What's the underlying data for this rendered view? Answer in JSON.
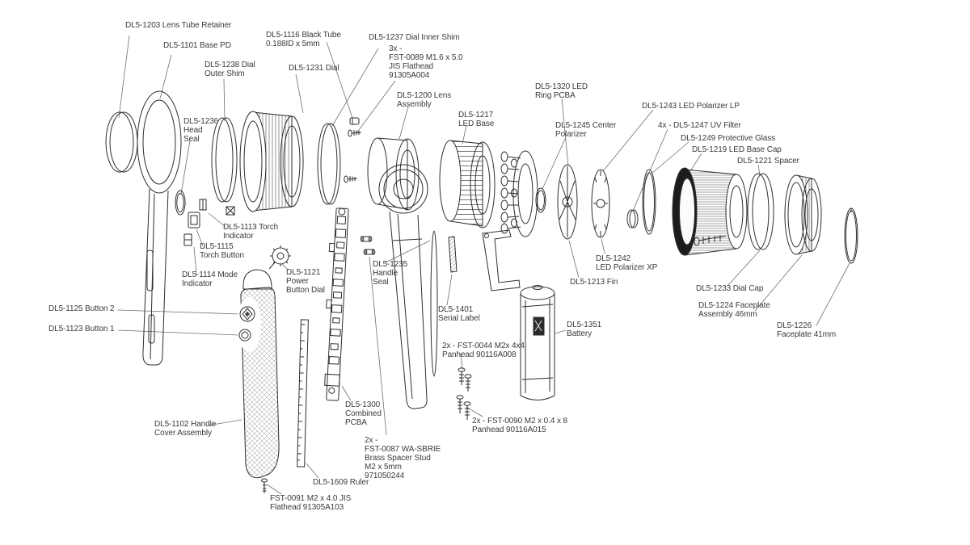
{
  "diagram": {
    "background": "#ffffff",
    "line_color": "#2e2e2e",
    "text_color": "#3a3a3a"
  },
  "labels": [
    {
      "id": "dl5-1203",
      "text": "DL5-1203 Lens Tube Retainer"
    },
    {
      "id": "dl5-1101",
      "text": "DL5-1101 Base PD"
    },
    {
      "id": "dl5-1116",
      "text": "DL5-1116 Black Tube\n0.188ID x 5mm"
    },
    {
      "id": "dl5-1238",
      "text": "DL5-1238 Dial\nOuter Shim"
    },
    {
      "id": "dl5-1231",
      "text": "DL5-1231 Dial"
    },
    {
      "id": "dl5-1237",
      "text": "DL5-1237 Dial Inner Shim"
    },
    {
      "id": "fst-0089",
      "text": "3x -\nFST-0089 M1.6 x 5.0\nJIS Flathead\n91305A004"
    },
    {
      "id": "dl5-1200",
      "text": "DL5-1200 Lens\nAssembly"
    },
    {
      "id": "dl5-1217",
      "text": "DL5-1217\nLED Base"
    },
    {
      "id": "dl5-1320",
      "text": "DL5-1320 LED\nRing PCBA"
    },
    {
      "id": "dl5-1245",
      "text": "DL5-1245 Center\nPolarizer"
    },
    {
      "id": "dl5-1243",
      "text": "DL5-1243 LED Polarizer LP"
    },
    {
      "id": "dl5-1247",
      "text": "4x - DL5-1247 UV Filter"
    },
    {
      "id": "dl5-1249",
      "text": "DL5-1249 Protective Glass"
    },
    {
      "id": "dl5-1219",
      "text": "DL5-1219 LED Base Cap"
    },
    {
      "id": "dl5-1221",
      "text": "DL5-1221 Spacer"
    },
    {
      "id": "dl5-1236",
      "text": "DL5-1236\nHead\nSeal"
    },
    {
      "id": "dl5-1113",
      "text": "DL5-1113 Torch\nIndicator"
    },
    {
      "id": "dl5-1115",
      "text": "DL5-1115\nTorch Button"
    },
    {
      "id": "dl5-1114",
      "text": "DL5-1114 Mode\nIndicator"
    },
    {
      "id": "dl5-1121",
      "text": "DL5-1121\nPower\nButton Dial"
    },
    {
      "id": "dl5-1235",
      "text": "DL5-1235\nHandle\nSeal"
    },
    {
      "id": "dl5-1401",
      "text": "DL5-1401\nSerial Label"
    },
    {
      "id": "dl5-1242",
      "text": "DL5-1242\nLED Polarizer XP"
    },
    {
      "id": "dl5-1213",
      "text": "DL5-1213 Fin"
    },
    {
      "id": "dl5-1233",
      "text": "DL5-1233 Dial Cap"
    },
    {
      "id": "dl5-1224",
      "text": "DL5-1224 Faceplate\nAssembly 46mm"
    },
    {
      "id": "dl5-1226",
      "text": "DL5-1226\nFaceplate 41mm"
    },
    {
      "id": "dl5-1351",
      "text": "DL5-1351\nBattery"
    },
    {
      "id": "dl5-1125",
      "text": "DL5-1125 Button 2"
    },
    {
      "id": "dl5-1123",
      "text": "DL5-1123 Button 1"
    },
    {
      "id": "fst-0044",
      "text": "2x - FST-0044 M2x 4x4\nPanhead 90116A008"
    },
    {
      "id": "dl5-1102",
      "text": "DL5-1102 Handle\nCover Assembly"
    },
    {
      "id": "dl5-1300",
      "text": "DL5-1300\nCombined\nPCBA"
    },
    {
      "id": "fst-0087",
      "text": "2x -\nFST-0087 WA-SBRIE\nBrass Spacer Stud\nM2 x 5mm\n971050244"
    },
    {
      "id": "fst-0090",
      "text": "2x - FST-0090 M2 x 0.4 x 8\nPanhead 90116A015"
    },
    {
      "id": "dl5-1609",
      "text": "DL5-1609 Ruler"
    },
    {
      "id": "fst-0091",
      "text": "FST-0091 M2 x 4.0 JIS\nFlathead 91305A103"
    }
  ]
}
